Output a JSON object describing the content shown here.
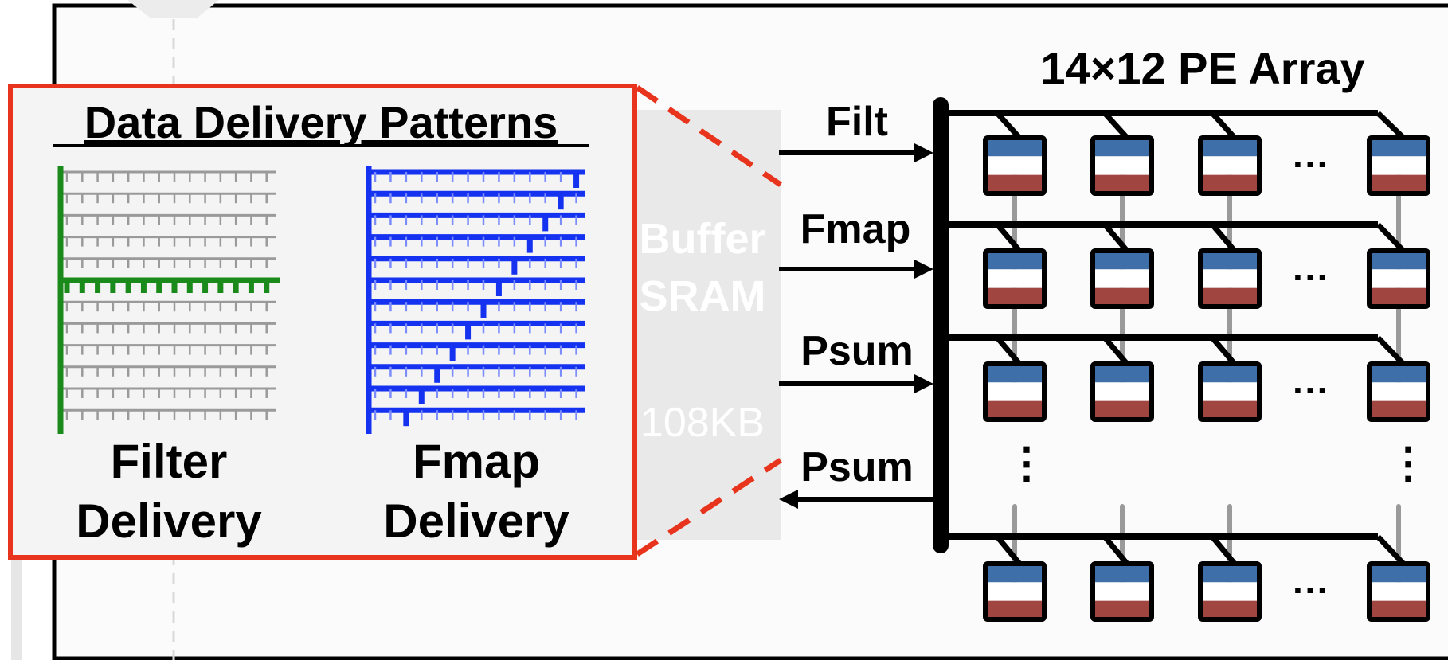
{
  "inset": {
    "title": "Data Delivery Patterns",
    "filter_label": [
      "Filter",
      "Delivery"
    ],
    "fmap_label": [
      "Fmap",
      "Delivery"
    ]
  },
  "buffer": {
    "name_lines": [
      "Buffer",
      "SRAM"
    ],
    "size": "108KB"
  },
  "signals": [
    "Filt",
    "Fmap",
    "Psum",
    "Psum"
  ],
  "pe_array": {
    "title": "14×12 PE Array",
    "ellipsis_h": "···",
    "ellipsis_v": "⋮"
  },
  "colors": {
    "inset_border": "#e8341c",
    "filter_green": "#1a8a1a",
    "fmap_blue": "#1432f0",
    "pe_top": "#3f6fa8",
    "pe_bottom": "#a04540"
  }
}
